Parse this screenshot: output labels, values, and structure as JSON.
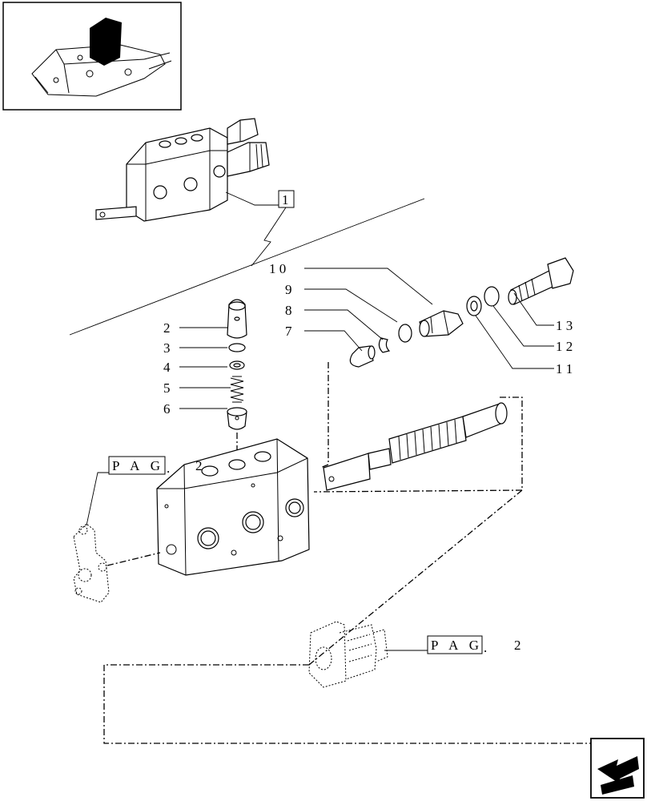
{
  "callouts": {
    "c1": "1",
    "c2": "2",
    "c3": "3",
    "c4": "4",
    "c5": "5",
    "c6": "6",
    "c7": "7",
    "c8": "8",
    "c9": "9",
    "c10": "1 0",
    "c11": "1 1",
    "c12": "1 2",
    "c13": "1 3"
  },
  "page_refs": {
    "left_label": "P A G",
    "left_number": "2",
    "bottom_label": "P A G",
    "bottom_number": "2"
  },
  "icons": {
    "thumbnail": "tractor-lift-cover-thumbnail",
    "nav": "next-page-arrow-icon"
  }
}
